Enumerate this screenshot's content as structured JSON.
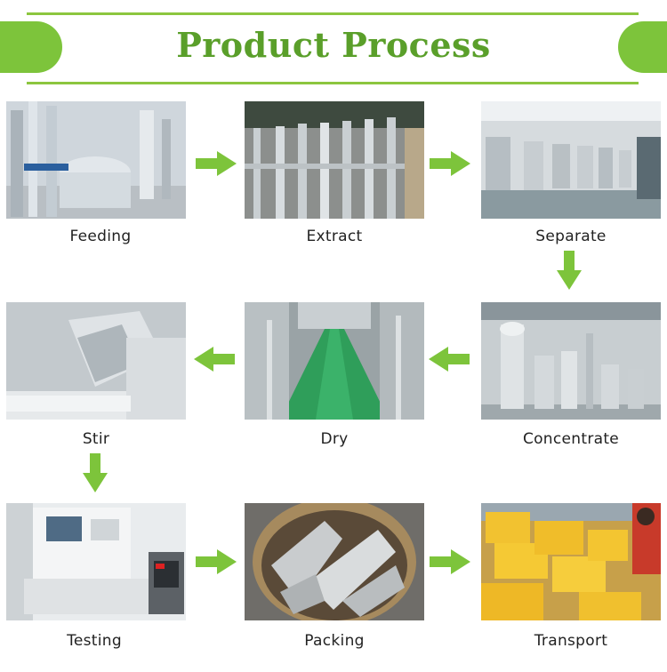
{
  "header": {
    "title": "Product Process"
  },
  "accent_color": "#7dc43b",
  "steps": [
    {
      "label": "Feeding"
    },
    {
      "label": "Extract"
    },
    {
      "label": "Separate"
    },
    {
      "label": "Stir"
    },
    {
      "label": "Dry"
    },
    {
      "label": "Concentrate"
    },
    {
      "label": "Testing"
    },
    {
      "label": "Packing"
    },
    {
      "label": "Transport"
    }
  ],
  "arrows": [
    {
      "icon": "arrow-right-icon"
    },
    {
      "icon": "arrow-right-icon"
    },
    {
      "icon": "arrow-down-icon"
    },
    {
      "icon": "arrow-left-icon"
    },
    {
      "icon": "arrow-left-icon"
    },
    {
      "icon": "arrow-down-icon"
    },
    {
      "icon": "arrow-right-icon"
    },
    {
      "icon": "arrow-right-icon"
    }
  ]
}
